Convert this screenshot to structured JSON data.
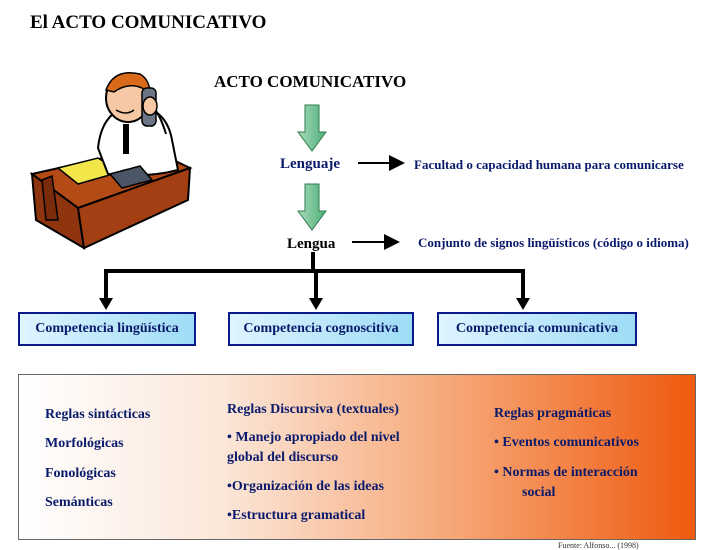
{
  "page_title": "El ACTO COMUNICATIVO",
  "central_title": "ACTO COMUNICATIVO",
  "lenguaje": {
    "label": "Lenguaje",
    "definition": "Facultad o capacidad humana para comunicarse"
  },
  "lengua": {
    "label": "Lengua",
    "definition": "Conjunto de signos lingüísticos (código o idioma)"
  },
  "competencias": [
    "Competencia lingüística",
    "Competencia cognoscitiva",
    "Competencia comunicativa"
  ],
  "rules": {
    "linguistica": [
      "Reglas sintácticas",
      "Morfológicas",
      "Fonológicas",
      "Semánticas"
    ],
    "cognoscitiva": [
      "Reglas Discursiva (textuales)",
      "• Manejo apropiado del nivel",
      "global del discurso",
      "•Organización de las ideas",
      "•Estructura gramatical"
    ],
    "comunicativa": [
      "Reglas pragmáticas",
      "• Eventos comunicativos",
      "• Normas de interacción",
      "social"
    ]
  },
  "colors": {
    "arrow_green": "#7fc8a0",
    "box_blue": "#9edcf6",
    "border_navy": "#0a1a8a",
    "panel_orange": "#ef5a0f"
  },
  "footnote": "Fuente: Alfonso... (1998)"
}
